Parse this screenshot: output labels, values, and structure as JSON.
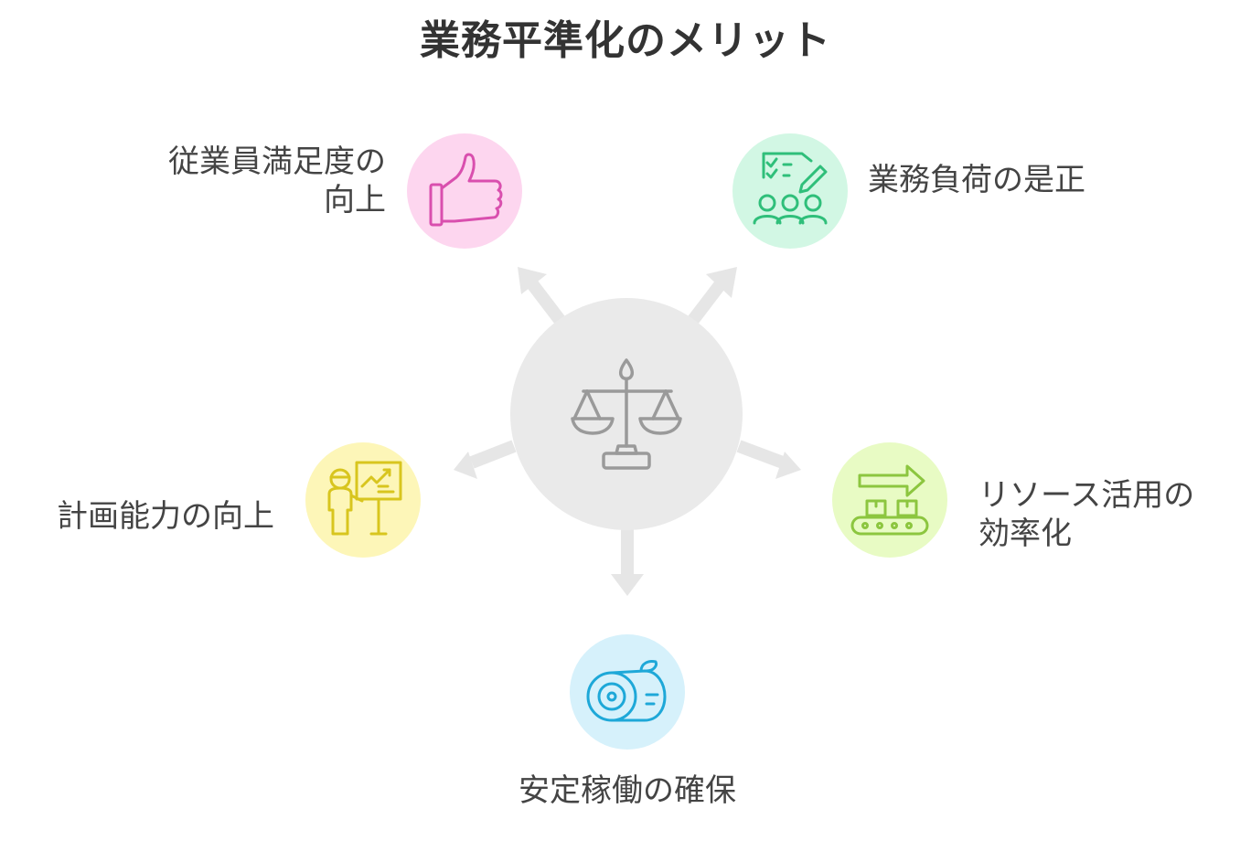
{
  "title": "業務平準化のメリット",
  "center": {
    "icon": "balance-scale-icon",
    "color": "#eaeaea"
  },
  "benefits": [
    {
      "id": "satisfaction",
      "lines": [
        "従業員満足度の",
        "向上"
      ],
      "icon": "thumbs-up-icon",
      "circle_color": "#fdd6ef",
      "icon_color": "#d94fae"
    },
    {
      "id": "workload",
      "lines": [
        "業務負荷の是正"
      ],
      "icon": "team-checklist-icon",
      "circle_color": "#d2f7e4",
      "icon_color": "#2fbf7a"
    },
    {
      "id": "resources",
      "lines": [
        "リソース活用の",
        "効率化"
      ],
      "icon": "conveyor-belt-icon",
      "circle_color": "#e8fbc4",
      "icon_color": "#8cc63f"
    },
    {
      "id": "operation",
      "lines": [
        "安定稼働の確保"
      ],
      "icon": "film-roll-icon",
      "circle_color": "#d6f1fb",
      "icon_color": "#1ea8d8"
    },
    {
      "id": "planning",
      "lines": [
        "計画能力の向上"
      ],
      "icon": "presenter-chart-icon",
      "circle_color": "#fdf6b8",
      "icon_color": "#d8c51e"
    }
  ],
  "arrow_color": "#e6e6e6"
}
